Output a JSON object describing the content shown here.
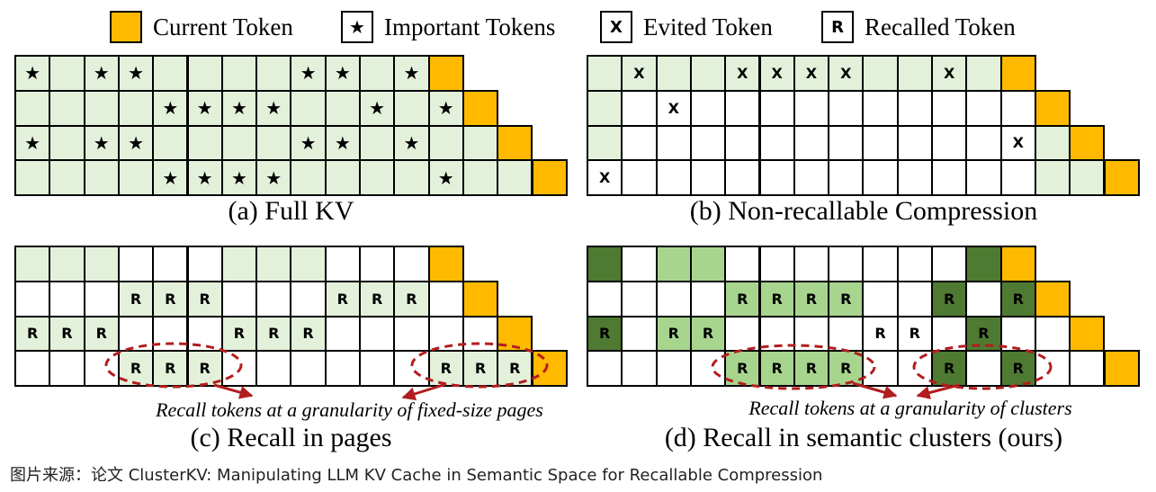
{
  "colors": {
    "current": "#FFBA00",
    "light": "#E3F1DB",
    "cluster_light": "#A8D58E",
    "cluster_dark": "#4F7A32",
    "white": "#FFFFFF",
    "annotation": "#B21E1E"
  },
  "legend": {
    "current_label": "Current Token",
    "important_symbol": "★",
    "important_label": "Important Tokens",
    "evicted_symbol": "X",
    "evicted_label": "Evited Token",
    "recalled_symbol": "R",
    "recalled_label": "Recalled Token"
  },
  "panels": [
    {
      "id": "a",
      "caption": "(a) Full KV",
      "note": "",
      "rows": [
        [
          "L*",
          "L",
          "L*",
          "L*",
          "L",
          "L",
          "L",
          "L",
          "L*",
          "L*",
          "L",
          "L*",
          "C"
        ],
        [
          "L",
          "L",
          "L",
          "L",
          "L*",
          "L*",
          "L*",
          "L*",
          "L",
          "L",
          "L*",
          "L",
          "L*",
          "C"
        ],
        [
          "L*",
          "L",
          "L*",
          "L*",
          "L",
          "L",
          "L",
          "L",
          "L*",
          "L*",
          "L",
          "L*",
          "L",
          "L",
          "C"
        ],
        [
          "L",
          "L",
          "L",
          "L",
          "L*",
          "L*",
          "L*",
          "L*",
          "L",
          "L",
          "L",
          "L",
          "L*",
          "L",
          "L",
          "C"
        ]
      ]
    },
    {
      "id": "b",
      "caption": "(b) Non-recallable Compression",
      "note": "",
      "rows": [
        [
          "L",
          "LX",
          "L",
          "L",
          "LX",
          "LX",
          "LX",
          "LX",
          "L",
          "L",
          "LX",
          "L",
          "C"
        ],
        [
          "L",
          "W",
          "WX",
          "W",
          "W",
          "W",
          "W",
          "W",
          "W",
          "W",
          "W",
          "W",
          "W",
          "C"
        ],
        [
          "L",
          "W",
          "W",
          "W",
          "W",
          "W",
          "W",
          "W",
          "W",
          "W",
          "W",
          "W",
          "WX",
          "L",
          "C"
        ],
        [
          "WX",
          "W",
          "W",
          "W",
          "W",
          "W",
          "W",
          "W",
          "W",
          "W",
          "W",
          "W",
          "W",
          "L",
          "L",
          "C"
        ]
      ]
    },
    {
      "id": "c",
      "caption": "(c) Recall in pages",
      "note": "Recall tokens at a granularity of fixed-size pages",
      "rows": [
        [
          "L",
          "L",
          "L",
          "W",
          "W",
          "W",
          "L",
          "L",
          "L",
          "W",
          "W",
          "W",
          "C"
        ],
        [
          "W",
          "W",
          "W",
          "LR",
          "LR",
          "LR",
          "W",
          "W",
          "W",
          "LR",
          "LR",
          "LR",
          "W",
          "C"
        ],
        [
          "LR",
          "LR",
          "LR",
          "W",
          "W",
          "W",
          "LR",
          "LR",
          "LR",
          "W",
          "W",
          "W",
          "W",
          "W",
          "C"
        ],
        [
          "W",
          "W",
          "W",
          "LR",
          "LR",
          "LR",
          "W",
          "W",
          "W",
          "W",
          "W",
          "W",
          "LR",
          "LR",
          "LR",
          "C"
        ]
      ]
    },
    {
      "id": "d",
      "caption": "(d) Recall in semantic clusters (ours)",
      "note": "Recall tokens at a granularity of clusters",
      "rows": [
        [
          "D",
          "W",
          "M",
          "M",
          "W",
          "W",
          "W",
          "W",
          "W",
          "W",
          "W",
          "D",
          "C"
        ],
        [
          "W",
          "W",
          "W",
          "W",
          "MR",
          "MR",
          "MR",
          "MR",
          "W",
          "W",
          "DR",
          "W",
          "DR",
          "C"
        ],
        [
          "DR",
          "W",
          "MR",
          "MR",
          "W",
          "W",
          "W",
          "W",
          "WR",
          "WR",
          "W",
          "DR",
          "W",
          "W",
          "C"
        ],
        [
          "W",
          "W",
          "W",
          "W",
          "MR",
          "MR",
          "MR",
          "MR",
          "W",
          "W",
          "DR",
          "W",
          "DR",
          "W",
          "W",
          "C"
        ]
      ]
    }
  ],
  "source": "图片来源：论文 ClusterKV: Manipulating LLM KV Cache in Semantic Space for Recallable Compression"
}
